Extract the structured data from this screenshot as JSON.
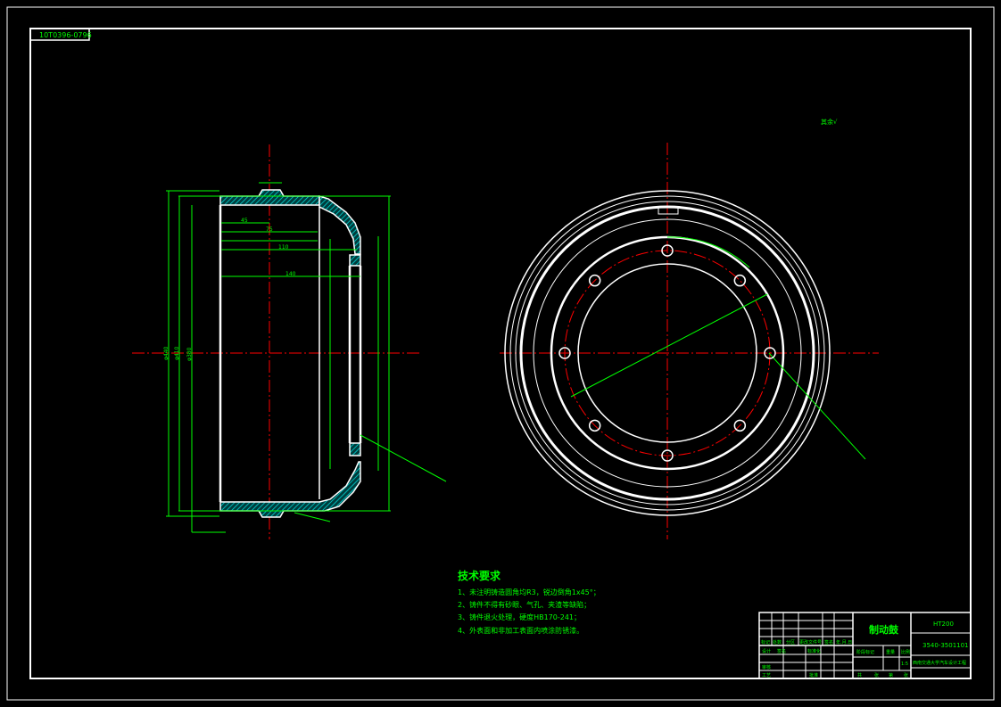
{
  "drawing_number_tag": "10T0396-0796",
  "surface_roughness_note": "其余√",
  "technical_requirements": {
    "title": "技术要求",
    "items": [
      "1、未注明铸造圆角均R3，锐边倒角1x45°；",
      "2、铸件不得有砂眼、气孔、夹渣等缺陷；",
      "3、铸件退火处理，硬度HB170-241；",
      "4、外表面和非加工表面内喷涂防锈漆。"
    ]
  },
  "section_view": {
    "dims": [
      "140",
      "110",
      "75",
      "45",
      "φ440",
      "φ410",
      "φ380"
    ]
  },
  "title_block": {
    "part_name": "制动鼓",
    "material": "HT200",
    "part_number": "3540-3501101",
    "organization": "西南交通大学汽车设计工程",
    "scale": "1:5",
    "revision_headers": [
      "标记",
      "处数",
      "分区",
      "更改文件号",
      "签名",
      "年.月.日"
    ],
    "roles": [
      "设计",
      "签名",
      "标准化",
      "审核",
      "工艺",
      "批准"
    ],
    "stage_headers": [
      "阶段标记",
      "重量",
      "比例"
    ],
    "sheet_labels": [
      "共",
      "张",
      "第",
      "张"
    ]
  }
}
